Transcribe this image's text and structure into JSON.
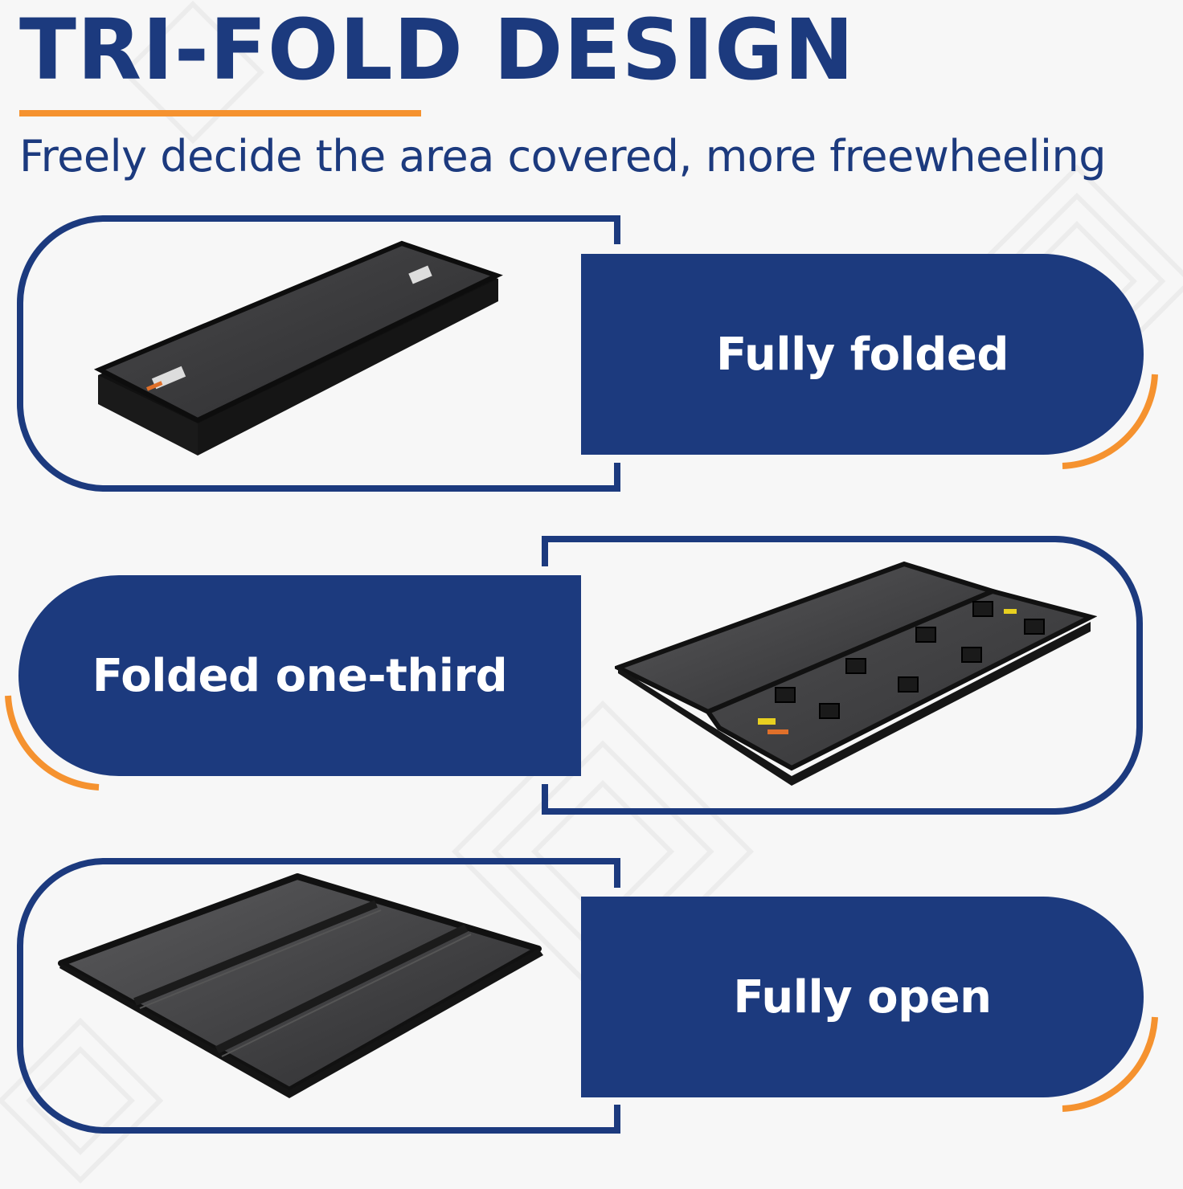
{
  "header": {
    "title": "TRI-FOLD DESIGN",
    "subtitle": "Freely decide the area covered, more freewheeling"
  },
  "states": [
    {
      "label": "Fully folded",
      "image": "tonneau-cover-fully-folded"
    },
    {
      "label": "Folded one-third",
      "image": "tonneau-cover-folded-one-third"
    },
    {
      "label": "Fully open",
      "image": "tonneau-cover-fully-open"
    }
  ],
  "colors": {
    "brand_blue": "#1c3a7e",
    "accent_orange": "#f5922f",
    "background": "#f7f7f7",
    "label_text": "#ffffff"
  }
}
